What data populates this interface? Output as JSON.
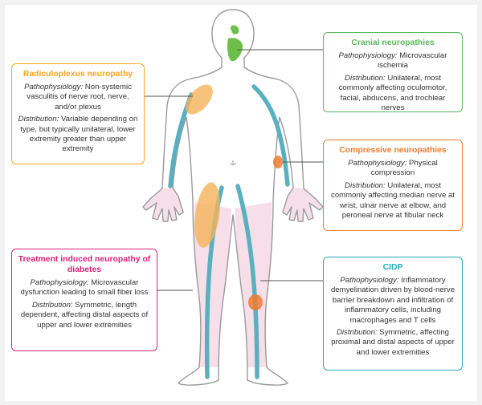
{
  "colors": {
    "radiculoplexus": "#f5a623",
    "cranial": "#5cb85c",
    "compressive": "#ee7b2f",
    "treatment": "#d6237a",
    "cidp": "#27a8b8",
    "nerve": "#5ab0bf",
    "nerve_dark": "#3a8c9a",
    "body_outline": "#9a9a9a",
    "leg_fill": "#f6dfe9",
    "hand_fill": "#f6dfe9",
    "lesion_orange": "#f4b35a",
    "cranial_lesion": "#6cbf4a"
  },
  "boxes": {
    "radiculoplexus": {
      "title": "Radiculoplexus neuropathy",
      "patho_label": "Pathophysiology:",
      "patho_text": " Non-systemic vasculitis of nerve root, nerve, and/or plexus",
      "dist_label": "Distribution:",
      "dist_text": " Variable depending on type, but typically unilateral, lower extremity greater than upper extremity"
    },
    "cranial": {
      "title": "Cranial neuropathies",
      "patho_label": "Pathophysiology:",
      "patho_text": " Microvascular ischemia",
      "dist_label": "Distribution:",
      "dist_text": " Unilateral, most commonly affecting oculomotor, facial, abducens, and trochlear nerves"
    },
    "compressive": {
      "title": "Compressive neuropathies",
      "patho_label": "Pathophysiology:",
      "patho_text": " Physical compression",
      "dist_label": "Distribution:",
      "dist_text": " Unilateral, most commonly affecting median nerve at wrist, ulnar nerve at elbow, and peroneal nerve at fibular neck"
    },
    "treatment": {
      "title": "Treatment induced neuropathy of diabetes",
      "patho_label": "Pathophysiology:",
      "patho_text": " Microvascular dysfunction leading to small fiber loss",
      "dist_label": "Distribution:",
      "dist_text": " Symmetric, length dependent, affecting distal aspects of upper and lower extremities"
    },
    "cidp": {
      "title": "CIDP",
      "patho_label": "Pathophysiology:",
      "patho_text": " Inflammatory demyelination driven by blood-nerve barrier breakdown and infiltration of inflammatory cells, including macrophages and T cells",
      "dist_label": "Distribution:",
      "dist_text": " Symmetric, affecting proximal and distal aspects of upper and lower extremities"
    }
  }
}
